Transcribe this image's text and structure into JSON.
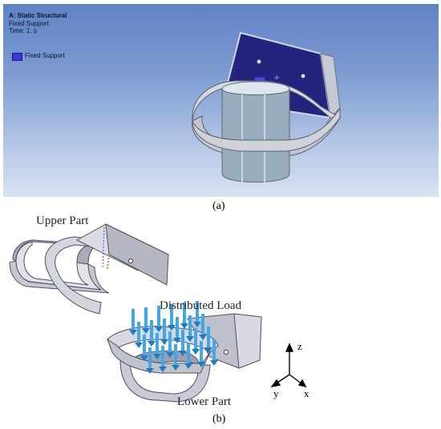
{
  "panel_a": {
    "title": "A: Static Structural",
    "subtitle": "Fixed Support",
    "time": "Time: 1. s",
    "legend_label": "Fixed Support",
    "caption": "(a)"
  },
  "panel_b": {
    "upper_label": "Upper Part",
    "distributed_load_label": "Distributed Load",
    "lower_label": "Lower Part",
    "axis_z": "z",
    "axis_y": "y",
    "axis_x": "x",
    "caption": "(b)"
  },
  "colors": {
    "support_face": "#2b2a8a",
    "body_gray": "#b9bcc6",
    "arrow_blue": "#3fa8e6"
  }
}
